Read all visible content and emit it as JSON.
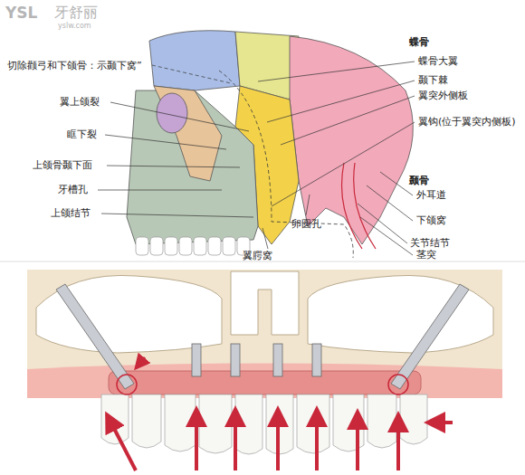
{
  "diagram": {
    "labels": [
      "YSL",
      "牙舒丽",
      "yslw.com",
      "切除颧弓和下颌骨：示颞下窝”",
      "翼上颌裂",
      "眶下裂",
      "上颌骨颞下面",
      "牙槽孔",
      "上颌结节",
      "蝶骨",
      "蝶骨大翼",
      "颞下棘",
      "翼突外侧板",
      "翼钩(位于翼突内侧板)",
      "卵圆孔",
      "颞骨",
      "外耳道",
      "下颌窝",
      "关节结节",
      "茎突",
      "翼腭窝"
    ]
  }
}
